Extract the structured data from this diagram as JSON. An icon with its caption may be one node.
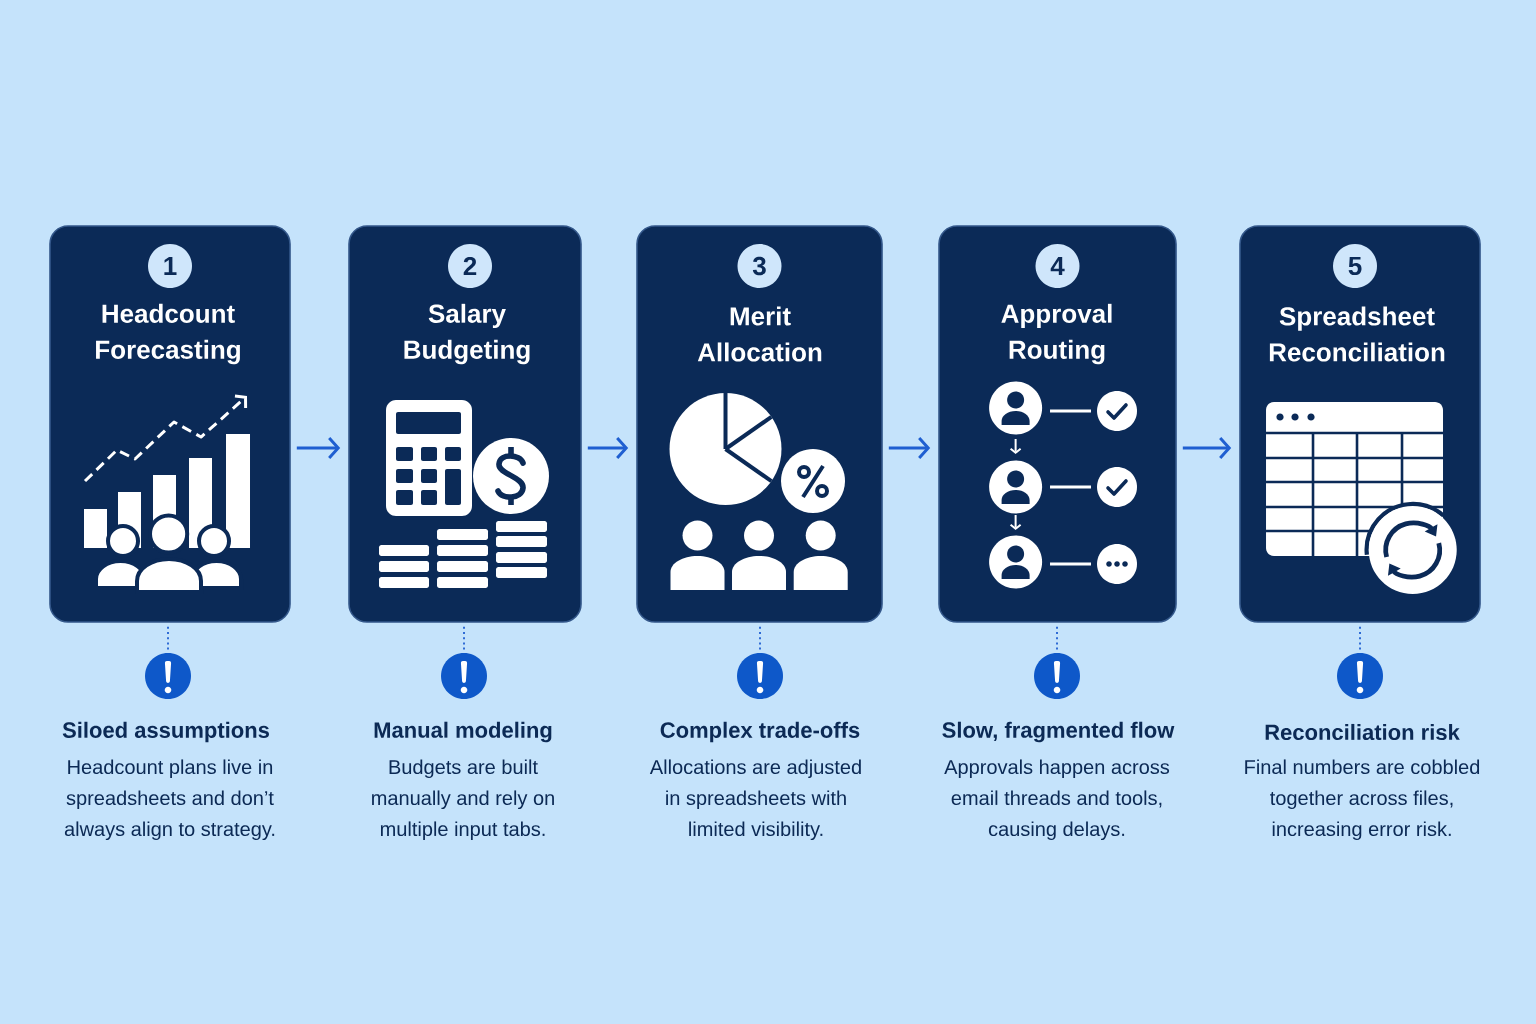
{
  "diagram": {
    "nodes": [
      {
        "text": [
          "Headcount Forecasting"
        ]
      },
      {
        "text": [
          "1"
        ],
        "in": 0
      },
      {
        "text": [
          "Salary Budgeting"
        ]
      },
      {
        "text": [
          "2"
        ],
        "in": 2
      },
      {
        "text": [
          "Merit Allocation"
        ]
      },
      {
        "text": [
          "3"
        ],
        "in": 4
      },
      {
        "text": [
          "Approval Routing"
        ]
      },
      {
        "text": [
          "4"
        ],
        "in": 6
      },
      {
        "text": [
          "Spreadsheet Reconciliation"
        ]
      },
      {
        "text": [
          "5"
        ],
        "in": 8
      },
      {
        "text": [],
        "shape": "circle",
        "beside": [
          "Siloed assumptions",
          "Headcount plans live in spreadsheets and don’t always align to strategy."
        ]
      },
      {
        "text": [],
        "shape": "circle",
        "beside": [
          "Manual modeling",
          "Budgets are built manually and rely on multiple input tabs."
        ]
      },
      {
        "text": [],
        "shape": "circle",
        "beside": [
          "Complex trade-offs",
          "Allocations are adjusted in spreadsheets with limited visibility."
        ]
      },
      {
        "text": [],
        "shape": "circle",
        "beside": [
          "Slow, fragmented flow",
          "Approvals happen across email threads and tools, causing delays."
        ]
      },
      {
        "text": [],
        "shape": "circle",
        "beside": [
          "Reconciliation risk",
          "Final numbers are cobbled together across files, increasing error risk."
        ]
      }
    ],
    "edges": [
      {
        "from": 0,
        "to": 2,
        "arrow": "to"
      },
      {
        "from": 2,
        "to": 4,
        "arrow": "to"
      },
      {
        "from": 4,
        "to": 6,
        "arrow": "to"
      },
      {
        "from": 6,
        "to": 8,
        "arrow": "to"
      },
      {
        "from": 0,
        "to": 10,
        "arrow": "none",
        "style": "dashed"
      },
      {
        "from": 2,
        "to": 11,
        "arrow": "none",
        "style": "dashed"
      },
      {
        "from": 4,
        "to": 12,
        "arrow": "none",
        "style": "dashed"
      },
      {
        "from": 6,
        "to": 13,
        "arrow": "none",
        "style": "dashed"
      },
      {
        "from": 8,
        "to": 14,
        "arrow": "none",
        "style": "dashed"
      }
    ]
  }
}
